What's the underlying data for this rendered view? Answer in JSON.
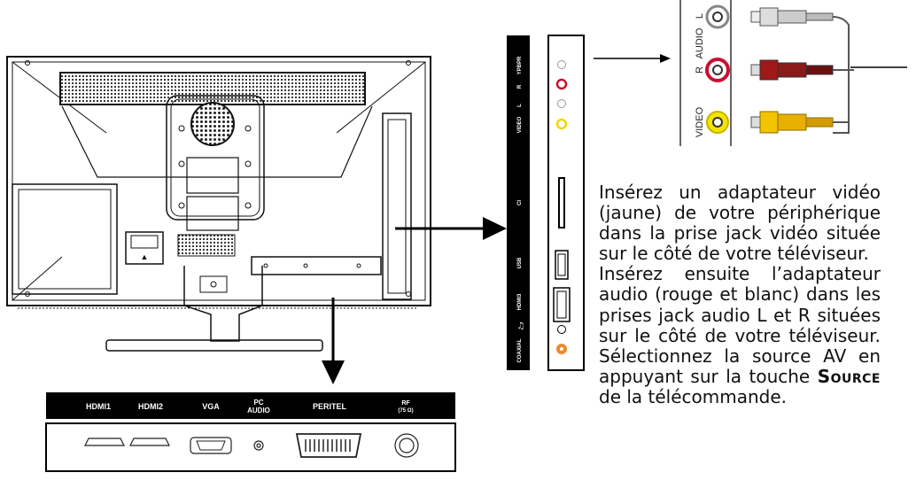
{
  "bottom_panel": {
    "ports": [
      "HDMI1",
      "HDMI2",
      "VGA",
      "PC",
      "AUDIO",
      "PERITEL",
      "RF",
      "(75 Ω)"
    ]
  },
  "side_panel": {
    "ports": [
      "YPBPR",
      "R",
      "L",
      "VIDEO",
      "CI",
      "USB",
      "HDMI3",
      "COAXIAL"
    ]
  },
  "rca_labels": {
    "audio": "AUDIO",
    "l": "L",
    "r": "R",
    "video": "VIDEO"
  },
  "instructions": {
    "p1": "Insérez un adaptateur vidéo (jaune) de votre périphérique dans la prise jack vidéo située sur le côté de votre téléviseur.",
    "p2_before": "Insérez ensuite l’adaptateur audio (rouge et blanc) dans les prises jack audio L et R situées sur le côté de votre téléviseur. Sélectionnez la source AV en appuyant sur la touche ",
    "p2_keyword": "Source",
    "p2_after": " de la télécommande."
  },
  "colors": {
    "panel_black": "#000000",
    "jack_red": "#c8102e",
    "jack_yellow": "#f2d600",
    "jack_orange": "#f08a24",
    "plug_red": "#8b1a1a",
    "plug_yellow": "#e8b000"
  }
}
